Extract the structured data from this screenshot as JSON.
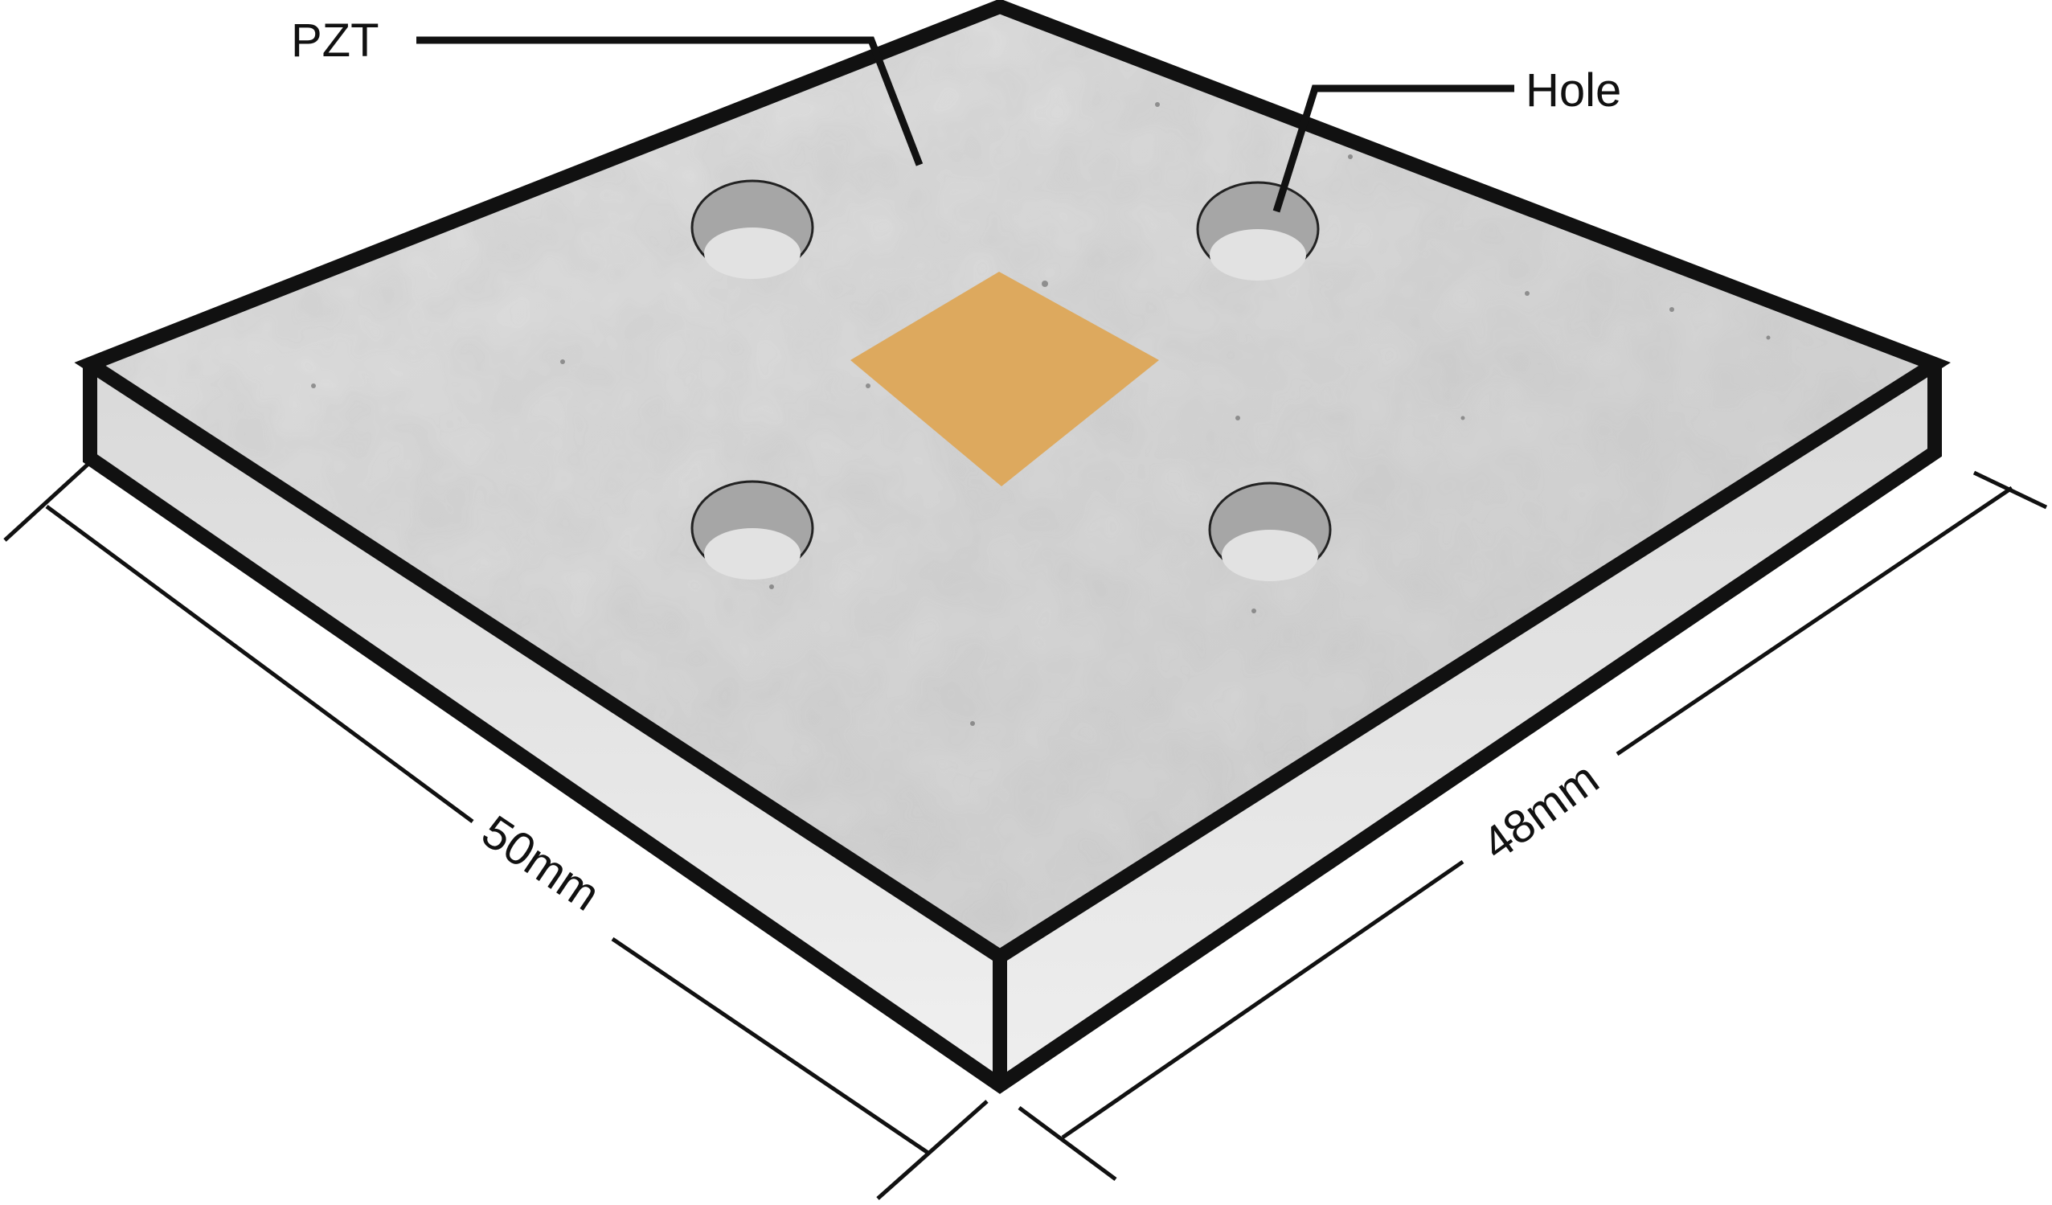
{
  "labels": {
    "pzt": "PZT",
    "hole": "Hole"
  },
  "dimensions": {
    "width_label": "50mm",
    "depth_label": "48mm"
  },
  "colors": {
    "pzt_patch": "#DDA95E",
    "slab_top": "#DCDCDC",
    "slab_side": "#E8E8E8",
    "outline": "#111111",
    "hole_wall": "#A6A6A6",
    "hole_floor": "#E2E2E2"
  },
  "counts": {
    "holes": 4
  }
}
